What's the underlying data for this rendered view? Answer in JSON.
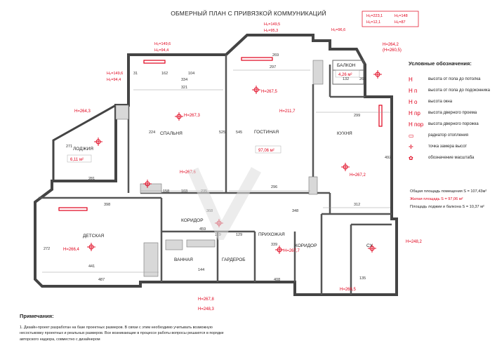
{
  "title": "ОБМЕРНЫЙ ПЛАН С ПРИВЯЗКОЙ КОММУНИКАЦИЙ",
  "rooms": {
    "spalnya": "СПАЛЬНЯ",
    "gostinaya": "ГОСТИНАЯ",
    "kukhnya": "КУХНЯ",
    "lodzhiya": "ЛОДЖИЯ",
    "balkon": "БАЛКОН",
    "detskaya": "ДЕТСКАЯ",
    "koridor1": "КОРИДОР",
    "prikhozhaya": "ПРИХОЖАЯ",
    "koridor2": "КОРИДОР",
    "su": "СУ",
    "vannaya": "ВАННАЯ",
    "garderob": "ГАРДЕРОБ"
  },
  "room_areas": {
    "lodzhiya": "6,11 м²",
    "balkon": "4,26 м²",
    "gostinaya": "97,06 м²"
  },
  "heights": {
    "h1": "Н=267,3",
    "h2": "Н=267,5",
    "h3": "Н=264,2",
    "h3b": "(Н=260,5)",
    "h4": "Н=264,3",
    "h5": "Н=267,6",
    "h6": "Н=267,2",
    "h7": "Н=266,4",
    "h8": "Н=267,7",
    "h9": "Н=266,5",
    "h10": "Н=248,2",
    "h11": "Н=267,8",
    "h12": "Н=248,3",
    "h13": "Н=211,7"
  },
  "top_marks": {
    "m1": "Н₀=149,5",
    "m2": "Н₀=95,3",
    "m3": "Н₀=149,6",
    "m4": "Н₀=94,4",
    "m5": "Н₀=149,6",
    "m6": "Н₀=94,4",
    "m7": "Н₀=96,6",
    "m8": "Н₀=223,1",
    "m9": "Н₀=148",
    "m10": "Н₀=12,1",
    "m11": "Н₀=87"
  },
  "dims": {
    "d269": "269",
    "d297": "297",
    "d296": "296",
    "d321": "321",
    "d334": "334",
    "d162": "162",
    "d31": "31",
    "d104": "104",
    "d525": "525",
    "d545": "545",
    "d224": "224",
    "d281": "281",
    "d271": "271",
    "d398": "398",
    "d441": "441",
    "d487": "487",
    "d272": "272",
    "d312": "312",
    "d299": "299",
    "d492": "492",
    "d408": "408",
    "d132": "132",
    "d266": "266",
    "d459": "459",
    "d339": "339",
    "d135": "135",
    "d144": "144",
    "d158": "158",
    "d103": "103",
    "d235": "235",
    "d119": "119",
    "d129": "129",
    "d368": "368",
    "d348": "348"
  },
  "legend": {
    "heading": "Условные обозначения:",
    "items": [
      {
        "sym": "Н",
        "text": "высота от пола до потолка"
      },
      {
        "sym": "Н п",
        "text": "высота от пола до подоконника"
      },
      {
        "sym": "Н о",
        "text": "высота окна"
      },
      {
        "sym": "Н пр",
        "text": "высота дверного проема"
      },
      {
        "sym": "Н пор",
        "text": "высота дверного порожка"
      },
      {
        "sym": "▭",
        "text": "радиатор отопления"
      },
      {
        "sym": "✛",
        "text": "точка замера высот"
      },
      {
        "sym": "✿",
        "text": "обозначение масштаба"
      }
    ]
  },
  "areas": {
    "total": "Общая площадь помещения  S = 107,43м²",
    "living": "Жилая площадь  S = 97,06 м²",
    "loggia": "Площадь лоджии и балкона  S = 10,37 м²"
  },
  "notes": {
    "heading": "Примечания:",
    "text": "1. Дизайн-проект разработан на базе проектных размеров. В связи с этим необходимо учитывать возможную несостыковку проектных и реальных размеров. Все возникающие в процессе работы вопросы решаются в порядке авторского надзора, совместно с дизайнером"
  },
  "colors": {
    "accent": "#e0001a",
    "wall": "#444444",
    "fill": "#d9d9d9"
  }
}
